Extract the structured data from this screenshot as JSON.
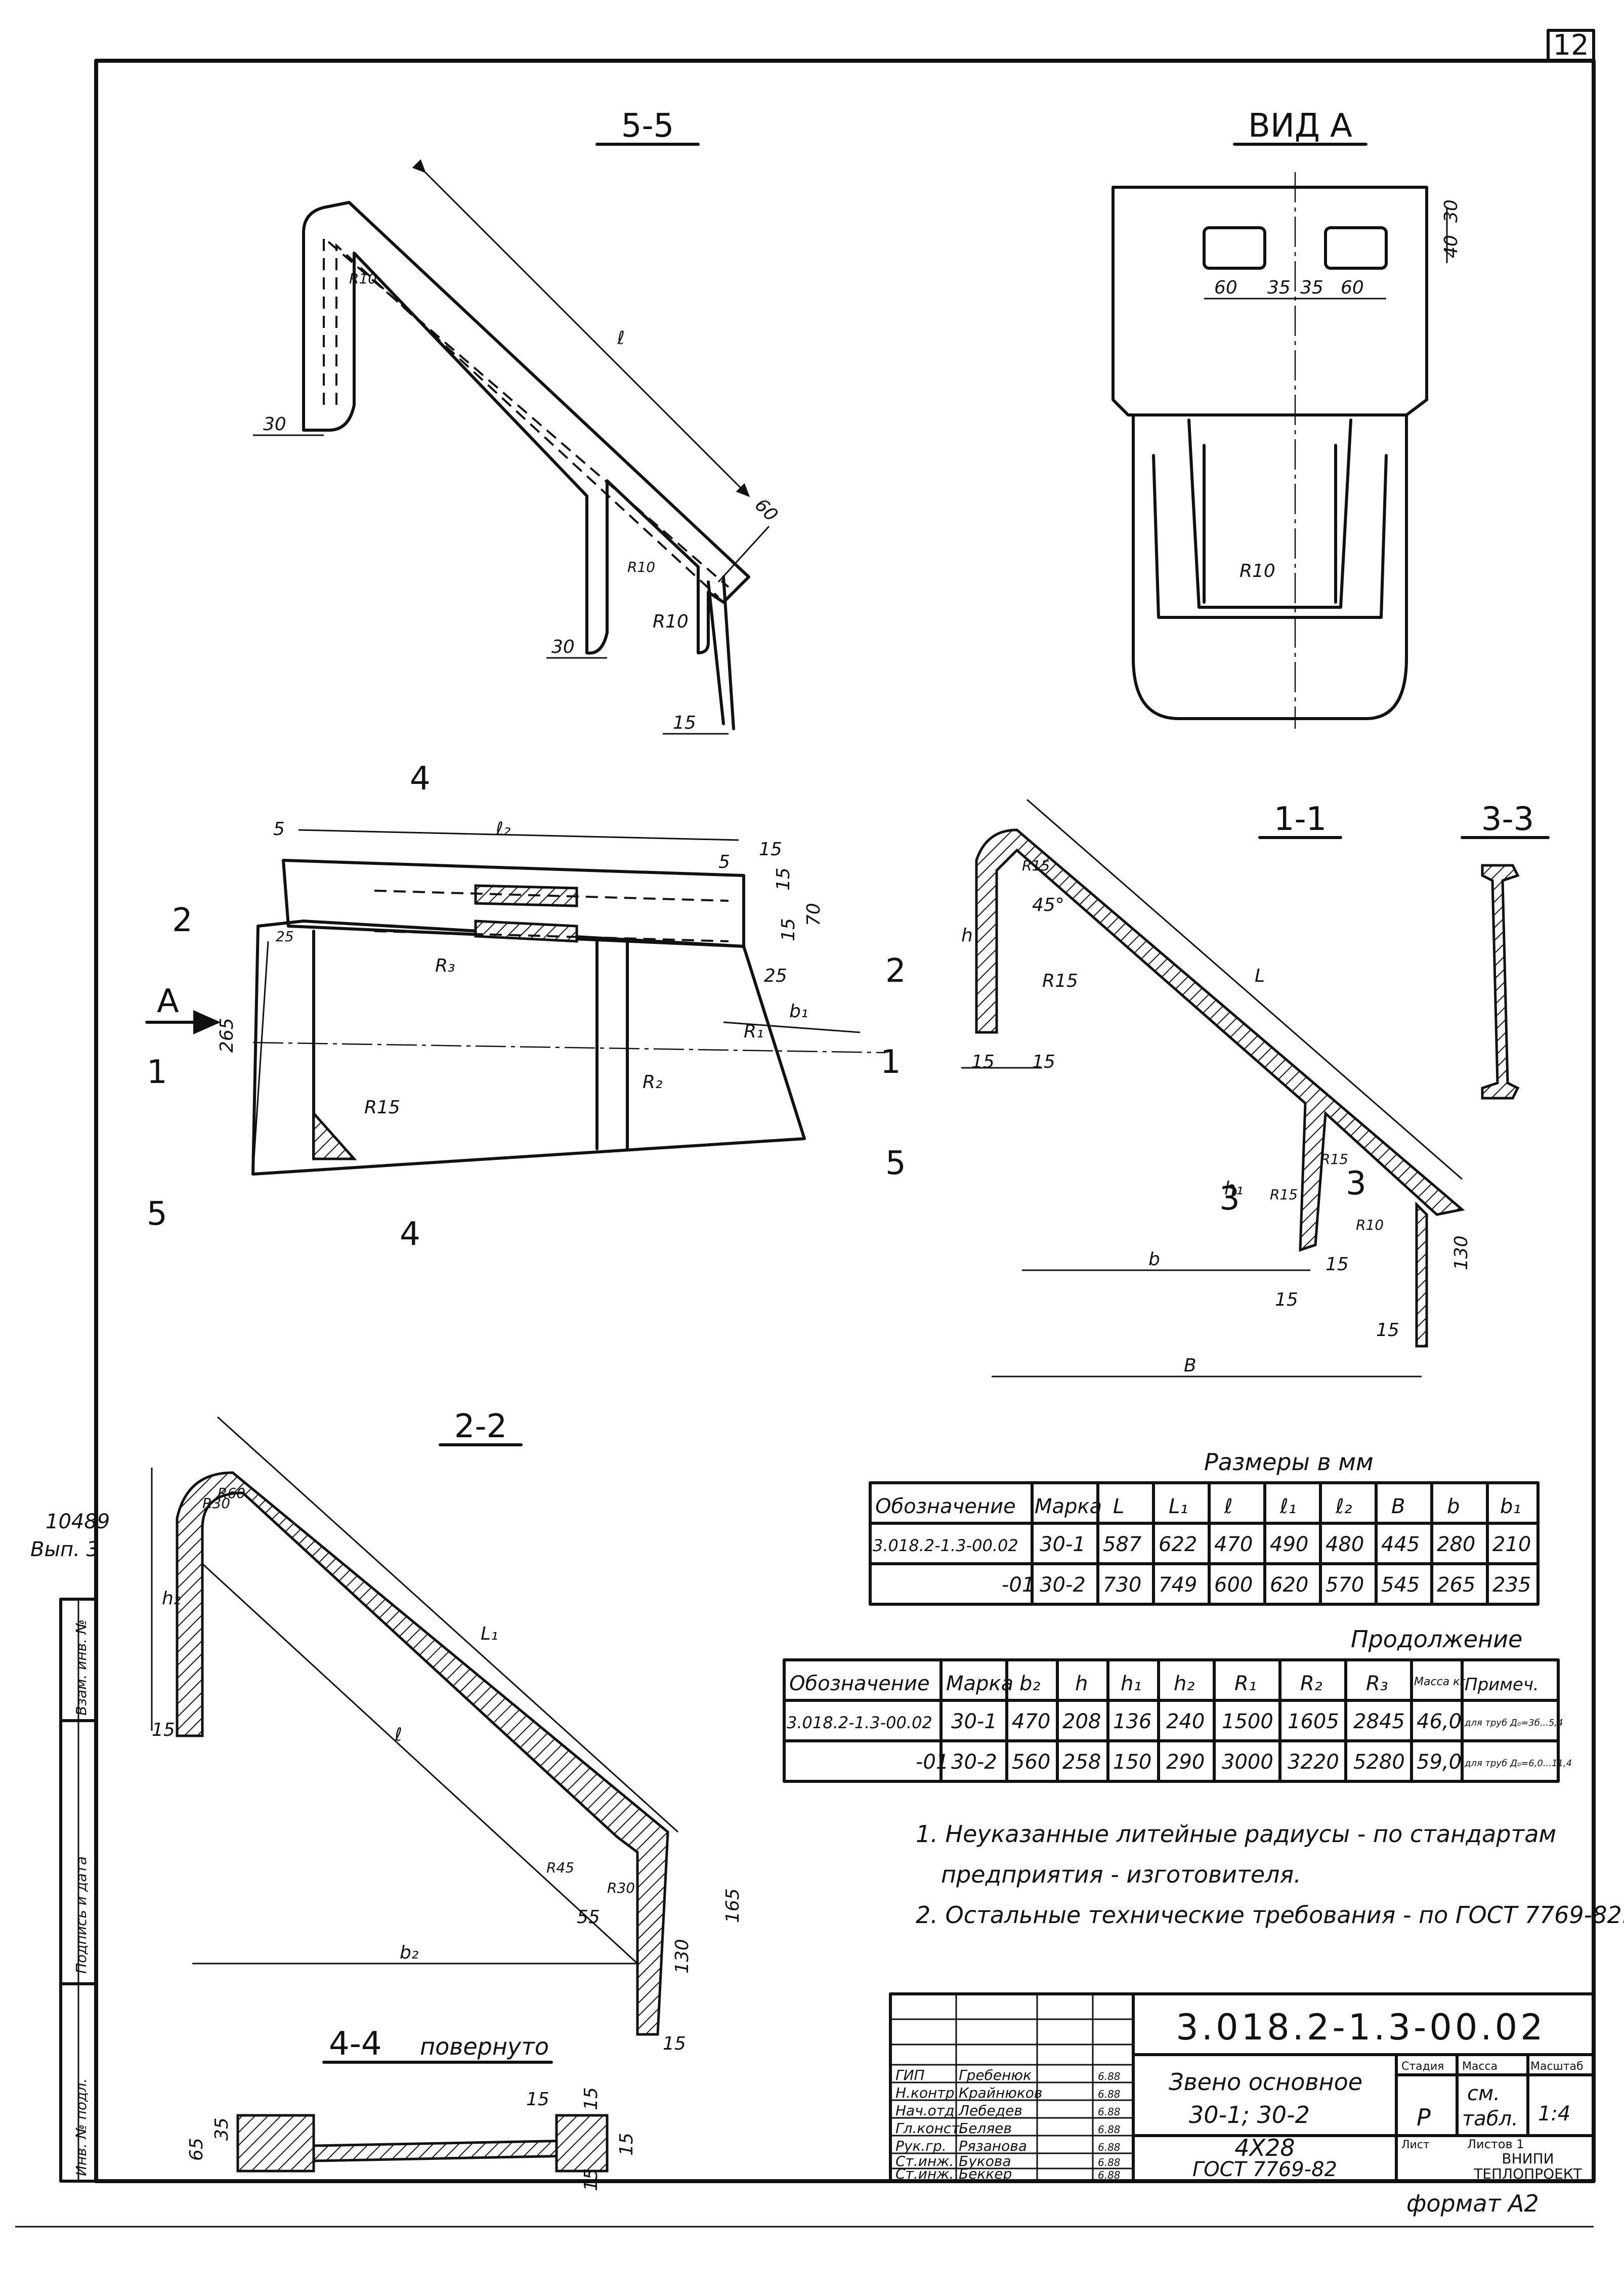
{
  "sheet_number": "12",
  "format_label": "формат А2",
  "side_stamp": {
    "inv": "10489",
    "issue": "Вып. 3"
  },
  "side_strip_labels": [
    "Инв. № подл.",
    "Подпись и дата",
    "Взам. инв. №"
  ],
  "views": {
    "s5": {
      "title": "5-5",
      "dims": [
        "30",
        "R10",
        "ℓ",
        "60",
        "30",
        "R10",
        "R10",
        "15"
      ]
    },
    "vid_a": {
      "title": "ВИД А",
      "dims": [
        "30",
        "40",
        "60",
        "35",
        "35",
        "60",
        "R10"
      ]
    },
    "plan": {
      "dims": [
        "5",
        "ℓ₂",
        "15",
        "5",
        "15",
        "70",
        "15",
        "25",
        "25",
        "R₃",
        "R₁",
        "b₁",
        "R₂",
        "R15",
        "265"
      ],
      "cut_marks": [
        "4",
        "4",
        "2",
        "2",
        "А",
        "1",
        "1",
        "5",
        "5"
      ]
    },
    "s11": {
      "title": "1-1",
      "dims": [
        "R15",
        "45°",
        "h",
        "L",
        "R15",
        "15",
        "15",
        "h₁",
        "R15",
        "R15",
        "R10",
        "b",
        "15",
        "15",
        "130",
        "15",
        "B"
      ],
      "cut_marks": [
        "3",
        "3"
      ]
    },
    "s33": {
      "title": "3-3"
    },
    "s22": {
      "title": "2-2",
      "dims": [
        "R30",
        "R60",
        "h₂",
        "L₁",
        "15",
        "ℓ",
        "R45",
        "R30",
        "55",
        "130",
        "165",
        "b₂",
        "15"
      ]
    },
    "s44": {
      "title": "4-4",
      "subtitle": "повернуто",
      "dims": [
        "65",
        "35",
        "15",
        "15",
        "15",
        "15"
      ]
    }
  },
  "table1": {
    "caption": "Размеры в мм",
    "headers": [
      "Обозначение",
      "Марка",
      "L",
      "L₁",
      "ℓ",
      "ℓ₁",
      "ℓ₂",
      "B",
      "b",
      "b₁"
    ],
    "rows": [
      [
        "3.018.2-1.3-00.02",
        "30-1",
        "587",
        "622",
        "470",
        "490",
        "480",
        "445",
        "280",
        "210"
      ],
      [
        "-01",
        "30-2",
        "730",
        "749",
        "600",
        "620",
        "570",
        "545",
        "265",
        "235"
      ]
    ]
  },
  "table2": {
    "caption": "Продолжение",
    "headers": [
      "Обозначение",
      "Марка",
      "b₂",
      "h",
      "h₁",
      "h₂",
      "R₁",
      "R₂",
      "R₃",
      "Масса кг",
      "Примеч."
    ],
    "rows": [
      [
        "3.018.2-1.3-00.02",
        "30-1",
        "470",
        "208",
        "136",
        "240",
        "1500",
        "1605",
        "2845",
        "46,0",
        "для труб Д₀=3б...5,4"
      ],
      [
        "-01",
        "30-2",
        "560",
        "258",
        "150",
        "290",
        "3000",
        "3220",
        "5280",
        "59,0",
        "для труб Д₀=6,0...11,4"
      ]
    ]
  },
  "notes": [
    "1. Неуказанные литейные радиусы - по стандартам",
    "предприятия - изготовителя.",
    "2. Остальные технические требования - по ГОСТ 7769-82."
  ],
  "title_block": {
    "designation": "3.018.2-1.3-00.02",
    "name_line1": "Звено основное",
    "name_line2": "30-1; 30-2",
    "material_line1": "4Х28",
    "material_line2": "ГОСТ 7769-82",
    "col_stage": "Стадия",
    "col_mass": "Масса",
    "col_scale": "Масштаб",
    "stage": "Р",
    "mass_line1": "см.",
    "mass_line2": "табл.",
    "scale": "1:4",
    "sheet_label": "Лист",
    "sheets_label": "Листов 1",
    "org_line1": "ВНИПИ",
    "org_line2": "ТЕПЛОПРОЕКТ",
    "roles": [
      "ГИП",
      "Н.контр.",
      "Нач.отд.",
      "Гл.конст.",
      "Рук.гр.",
      "Ст.инж.",
      "Ст.инж."
    ],
    "names": [
      "Гребенюк",
      "Крайнюков",
      "Лебедев",
      "Беляев",
      "Рязанова",
      "Букова",
      "Беккер"
    ],
    "dates": [
      "6.88",
      "6.88",
      "6.88",
      "6.88",
      "6.88",
      "6.88",
      "6.88"
    ]
  }
}
